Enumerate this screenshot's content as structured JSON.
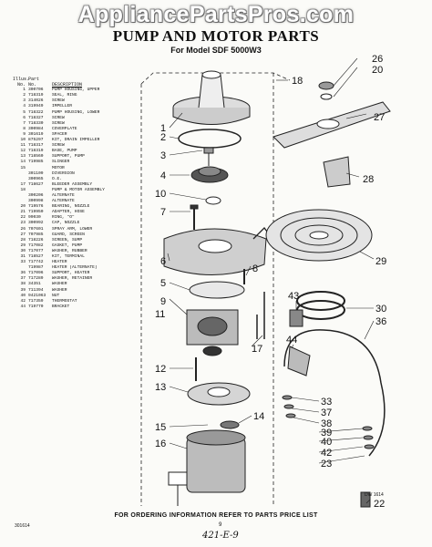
{
  "watermark": "AppliancePartsPros.com",
  "title": "PUMP AND MOTOR PARTS",
  "subtitle": "For Model SDF 5000W3",
  "table": {
    "head_top": [
      "Illus.",
      "Part"
    ],
    "head": [
      "No.",
      "No.",
      "DESCRIPTION"
    ],
    "rows": [
      [
        "1",
        "300706",
        "PUMP HOUSING, UPPER"
      ],
      [
        "2",
        "718319",
        "SEAL, RING"
      ],
      [
        "3",
        "314026",
        "SCREW"
      ],
      [
        "4",
        "319949",
        "IMPELLER"
      ],
      [
        "5",
        "718322",
        "PUMP HOUSING, LOWER"
      ],
      [
        "6",
        "718327",
        "SCREW"
      ],
      [
        "7",
        "718330",
        "SCREW"
      ],
      [
        "8",
        "300984",
        "COVERPLATE"
      ],
      [
        "9",
        "301619",
        "SPACER"
      ],
      [
        "10",
        "875297",
        "KIT, DRAIN IMPELLER"
      ],
      [
        "11",
        "718317",
        "SCREW"
      ],
      [
        "12",
        "718319",
        "BASE, PUMP"
      ],
      [
        "13",
        "718560",
        "SUPPORT, PUMP"
      ],
      [
        "14",
        "719985",
        "SLINGER"
      ],
      [
        "15",
        "",
        "MOTOR"
      ],
      [
        "",
        "301109",
        "DIVERSION"
      ],
      [
        "",
        "300965",
        "O.E."
      ],
      [
        "17",
        "718627",
        "BLEEDER ASSEMBLY"
      ],
      [
        "18",
        "",
        "PUMP & MOTOR ASSEMBLY"
      ],
      [
        "",
        "300206",
        "ALTERNATE"
      ],
      [
        "",
        "300998",
        "ALTERNATE"
      ],
      [
        "20",
        "719576",
        "BEARING, NOZZLE"
      ],
      [
        "21",
        "719950",
        "ADAPTER, HOSE"
      ],
      [
        "22",
        "99030",
        "RING, \"O\""
      ],
      [
        "23",
        "300992",
        "CAP, NOZZLE"
      ],
      [
        "26",
        "707601",
        "SPRAY ARM, LOWER"
      ],
      [
        "27",
        "707985",
        "GUARD, SCREEN"
      ],
      [
        "28",
        "718226",
        "SCREEN, SUMP"
      ],
      [
        "29",
        "717082",
        "GASKET, PUMP"
      ],
      [
        "30",
        "717077",
        "WASHER, RUBBER"
      ],
      [
        "31",
        "718527",
        "KIT, TERMINAL"
      ],
      [
        "33",
        "717742",
        "HEATER"
      ],
      [
        "",
        "719987",
        "HEATER (ALTERNATE)"
      ],
      [
        "36",
        "717096",
        "SUPPORT, HEATER"
      ],
      [
        "37",
        "717289",
        "WASHER, RETAINER"
      ],
      [
        "38",
        "34351",
        "WASHER"
      ],
      [
        "39",
        "711394",
        "WASHER"
      ],
      [
        "40",
        "9421063",
        "NUT"
      ],
      [
        "42",
        "717359",
        "THERMOSTAT"
      ],
      [
        "44",
        "719770",
        "BRACKET"
      ]
    ]
  },
  "callouts": {
    "c26": "26",
    "c20": "20",
    "c18": "18",
    "c27": "27",
    "c1": "1",
    "c2": "2",
    "c3": "3",
    "c28": "28",
    "c4": "4",
    "c10": "10",
    "c7": "7",
    "c29": "29",
    "c6": "6",
    "c8": "8",
    "c5": "5",
    "c9": "9",
    "c11": "11",
    "c30": "30",
    "c43": "43",
    "c36": "36",
    "c44": "44",
    "c17": "17",
    "c12": "12",
    "c13": "13",
    "c33": "33",
    "c37": "37",
    "c38": "38",
    "c39": "39",
    "c40": "40",
    "c42": "42",
    "c23": "23",
    "c14": "14",
    "c15": "15",
    "c16": "16",
    "c22": "22"
  },
  "footer": "FOR ORDERING INFORMATION REFER TO PARTS PRICE LIST",
  "page_number": "9",
  "doc_code": "301614",
  "drawing_code": "DW 1614",
  "handwritten": "421-E-9"
}
